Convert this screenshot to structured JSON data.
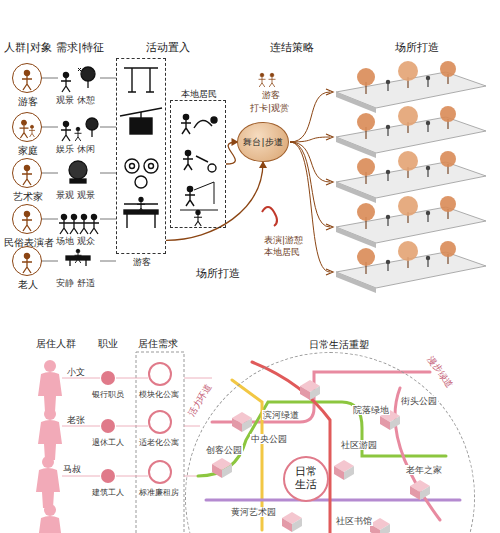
{
  "diagram": {
    "nodes": [
      {
        "text": [
          "游客"
        ]
      },
      {
        "text": [
          "家庭"
        ]
      },
      {
        "text": [
          "艺术家"
        ]
      },
      {
        "text": [
          "民俗表演者"
        ]
      },
      {
        "text": [
          "老人"
        ]
      },
      {
        "text": [
          "游客"
        ]
      },
      {
        "text": [
          "本地居民"
        ]
      },
      {
        "text": [
          "舞台|步道"
        ]
      },
      {
        "text": [
          "日常生活重塑"
        ]
      },
      {
        "text": [
          "日常生活"
        ],
        "in": 8
      }
    ],
    "edges": [
      {
        "from": 5,
        "to": 7,
        "arrow": "to"
      },
      {
        "from": 6,
        "to": 7,
        "arrow": "to"
      }
    ],
    "labels": [
      "人群|对象",
      "需求|特征",
      "活动置入",
      "连结策略",
      "场所打造",
      "观景 休憩",
      "娱乐 休闲",
      "景观 观景",
      "场地 观众",
      "安静 舒适",
      "游客",
      "打卡|观赏",
      "表演|游憩",
      "本地居民",
      "场所打造",
      "居住人群",
      "职业",
      "居住需求",
      "小文",
      "银行职员",
      "模块化公寓",
      "老张",
      "退休工人",
      "适老化公寓",
      "马叔",
      "建筑工人",
      "标准廉租房",
      "院落绿地",
      "滨河绿道",
      "街头公园",
      "创客公园",
      "中央公园",
      "社区游园",
      "黄河艺术园",
      "社区书馆",
      "老年之家",
      "活力环道",
      "漫步绿道"
    ]
  }
}
